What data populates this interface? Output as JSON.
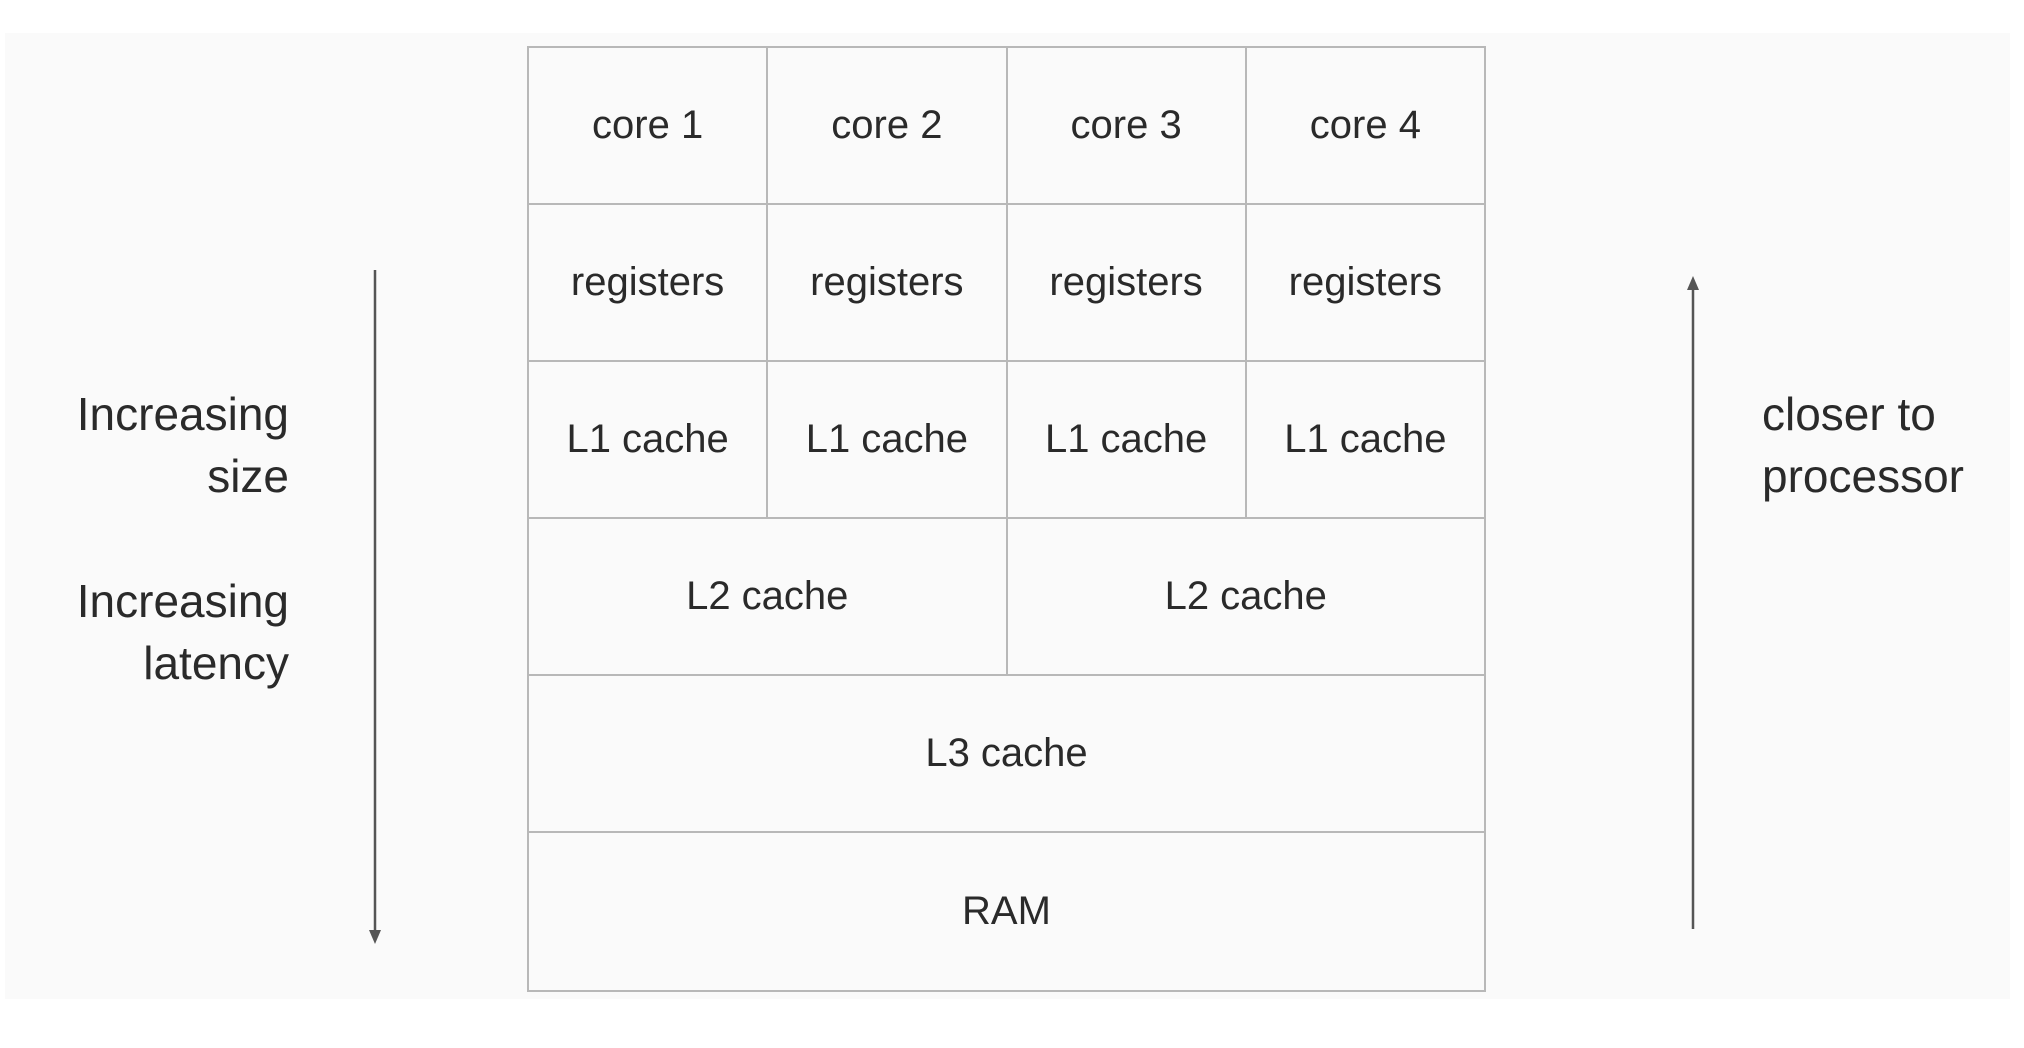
{
  "diagram": {
    "rows": [
      {
        "cells": [
          "core 1",
          "core 2",
          "core 3",
          "core 4"
        ]
      },
      {
        "cells": [
          "registers",
          "registers",
          "registers",
          "registers"
        ]
      },
      {
        "cells": [
          "L1 cache",
          "L1 cache",
          "L1 cache",
          "L1 cache"
        ]
      },
      {
        "cells": [
          "L2 cache",
          "L2 cache"
        ]
      },
      {
        "cells": [
          "L3 cache"
        ]
      },
      {
        "cells": [
          "RAM"
        ]
      }
    ]
  },
  "left_labels": {
    "size_line1": "Increasing",
    "size_line2": "size",
    "latency_line1": "Increasing",
    "latency_line2": "latency"
  },
  "right_label": {
    "line1": "closer to",
    "line2": "processor"
  },
  "colors": {
    "border": "#b8b8b8",
    "text": "#2a2a2a",
    "arrow": "#555555",
    "background": "#fafafa"
  }
}
